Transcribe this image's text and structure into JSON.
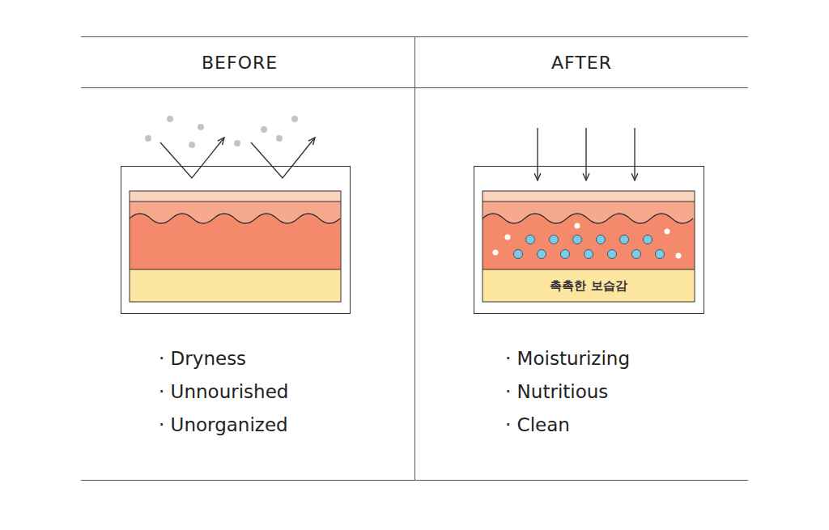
{
  "diagram": {
    "nodes": [
      {
        "text": [
          "촉촉한 보습감"
        ]
      }
    ],
    "labels": [
      "BEFORE",
      "AFTER",
      "· Dryness",
      "· Unnourished",
      "· Unorganized",
      "· Moisturizing",
      "· Nutritious",
      "· Clean"
    ]
  }
}
